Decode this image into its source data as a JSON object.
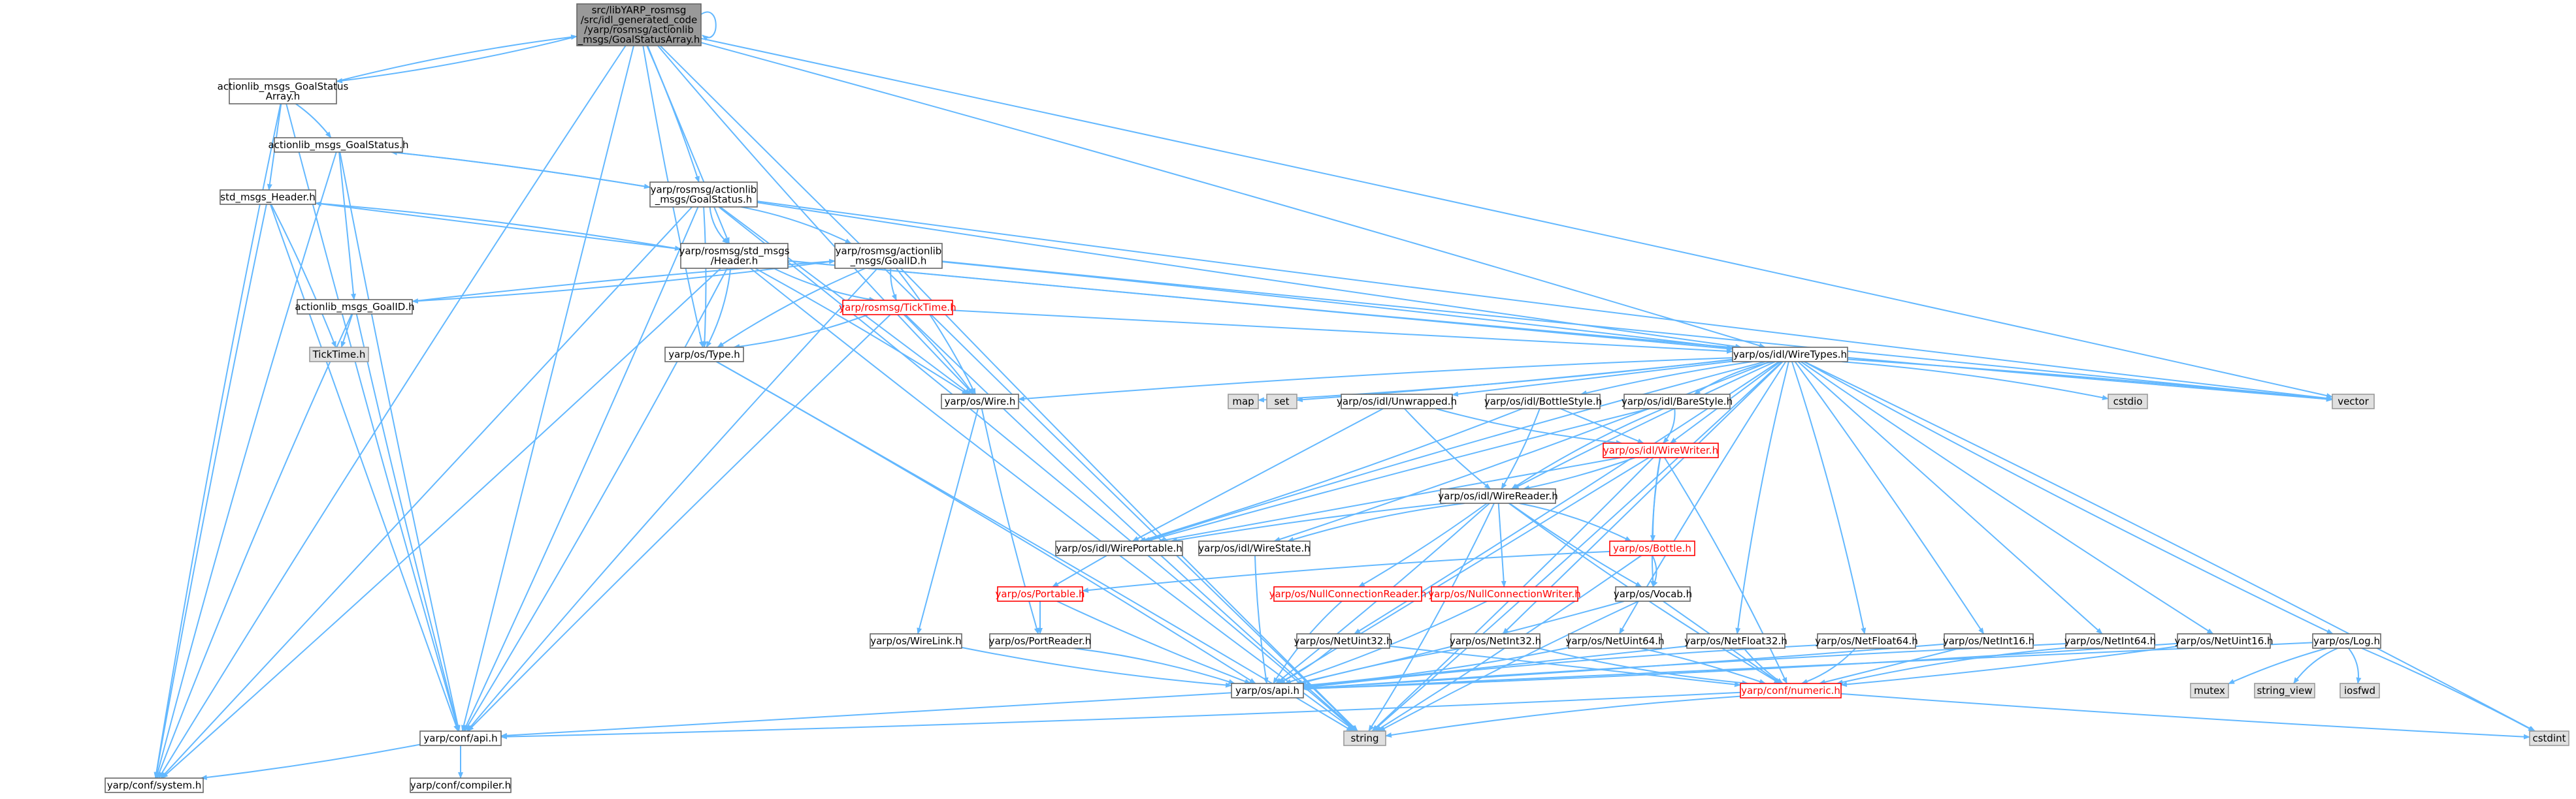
{
  "colors": {
    "edge": "#63b8ff",
    "root_fill": "#999999",
    "root_border": "#666666",
    "node_fill": "#ffffff",
    "node_border": "#666666",
    "red_border": "#ff0000",
    "red_text": "#ff0000",
    "system_fill": "#e0e0e0",
    "system_border": "#999999",
    "text": "#000000"
  },
  "nodes": [
    {
      "id": "root",
      "label": "src/libYARP_rosmsg\n/src/idl_generated_code\n/yarp/rosmsg/actionlib\n_msgs/GoalStatusArray.h",
      "style": "root"
    },
    {
      "id": "gsa",
      "label": "actionlib_msgs_GoalStatus\nArray.h",
      "style": "normal"
    },
    {
      "id": "gs",
      "label": "actionlib_msgs_GoalStatus.h",
      "style": "normal"
    },
    {
      "id": "hdr",
      "label": "std_msgs_Header.h",
      "style": "normal"
    },
    {
      "id": "ygs",
      "label": "yarp/rosmsg/actionlib\n_msgs/GoalStatus.h",
      "style": "normal"
    },
    {
      "id": "yhdr",
      "label": "yarp/rosmsg/std_msgs\n/Header.h",
      "style": "normal"
    },
    {
      "id": "ygid",
      "label": "yarp/rosmsg/actionlib\n_msgs/GoalID.h",
      "style": "normal"
    },
    {
      "id": "gid",
      "label": "actionlib_msgs_GoalID.h",
      "style": "normal"
    },
    {
      "id": "tick",
      "label": "TickTime.h",
      "style": "system"
    },
    {
      "id": "ytick",
      "label": "yarp/rosmsg/TickTime.h",
      "style": "red"
    },
    {
      "id": "type",
      "label": "yarp/os/Type.h",
      "style": "normal"
    },
    {
      "id": "wiretypes",
      "label": "yarp/os/idl/WireTypes.h",
      "style": "normal"
    },
    {
      "id": "wire",
      "label": "yarp/os/Wire.h",
      "style": "normal"
    },
    {
      "id": "map",
      "label": "map",
      "style": "system"
    },
    {
      "id": "set",
      "label": "set",
      "style": "system"
    },
    {
      "id": "unwrapped",
      "label": "yarp/os/idl/Unwrapped.h",
      "style": "normal"
    },
    {
      "id": "bottlestyle",
      "label": "yarp/os/idl/BottleStyle.h",
      "style": "normal"
    },
    {
      "id": "barestyle",
      "label": "yarp/os/idl/BareStyle.h",
      "style": "normal"
    },
    {
      "id": "cstdio",
      "label": "cstdio",
      "style": "system"
    },
    {
      "id": "vector",
      "label": "vector",
      "style": "system"
    },
    {
      "id": "wirewriter",
      "label": "yarp/os/idl/WireWriter.h",
      "style": "red"
    },
    {
      "id": "wirereader",
      "label": "yarp/os/idl/WireReader.h",
      "style": "normal"
    },
    {
      "id": "wireportable",
      "label": "yarp/os/idl/WirePortable.h",
      "style": "normal"
    },
    {
      "id": "wirestate",
      "label": "yarp/os/idl/WireState.h",
      "style": "normal"
    },
    {
      "id": "bottle",
      "label": "yarp/os/Bottle.h",
      "style": "red"
    },
    {
      "id": "portable",
      "label": "yarp/os/Portable.h",
      "style": "red"
    },
    {
      "id": "nullreader",
      "label": "yarp/os/NullConnectionReader.h",
      "style": "red"
    },
    {
      "id": "nullwriter",
      "label": "yarp/os/NullConnectionWriter.h",
      "style": "red"
    },
    {
      "id": "vocab",
      "label": "yarp/os/Vocab.h",
      "style": "normal"
    },
    {
      "id": "wirelink",
      "label": "yarp/os/WireLink.h",
      "style": "normal"
    },
    {
      "id": "portreader",
      "label": "yarp/os/PortReader.h",
      "style": "normal"
    },
    {
      "id": "netuint32",
      "label": "yarp/os/NetUint32.h",
      "style": "normal"
    },
    {
      "id": "netint32",
      "label": "yarp/os/NetInt32.h",
      "style": "normal"
    },
    {
      "id": "netuint64",
      "label": "yarp/os/NetUint64.h",
      "style": "normal"
    },
    {
      "id": "netfloat32",
      "label": "yarp/os/NetFloat32.h",
      "style": "normal"
    },
    {
      "id": "netfloat64",
      "label": "yarp/os/NetFloat64.h",
      "style": "normal"
    },
    {
      "id": "netint16",
      "label": "yarp/os/NetInt16.h",
      "style": "normal"
    },
    {
      "id": "netint64",
      "label": "yarp/os/NetInt64.h",
      "style": "normal"
    },
    {
      "id": "netuint16",
      "label": "yarp/os/NetUint16.h",
      "style": "normal"
    },
    {
      "id": "log",
      "label": "yarp/os/Log.h",
      "style": "normal"
    },
    {
      "id": "api",
      "label": "yarp/os/api.h",
      "style": "normal"
    },
    {
      "id": "numeric",
      "label": "yarp/conf/numeric.h",
      "style": "red"
    },
    {
      "id": "mutex",
      "label": "mutex",
      "style": "system"
    },
    {
      "id": "stringview",
      "label": "string_view",
      "style": "system"
    },
    {
      "id": "iosfwd",
      "label": "iosfwd",
      "style": "system"
    },
    {
      "id": "cstdint",
      "label": "cstdint",
      "style": "system"
    },
    {
      "id": "confapi",
      "label": "yarp/conf/api.h",
      "style": "normal"
    },
    {
      "id": "string",
      "label": "string",
      "style": "system"
    },
    {
      "id": "system",
      "label": "yarp/conf/system.h",
      "style": "normal"
    },
    {
      "id": "compiler",
      "label": "yarp/conf/compiler.h",
      "style": "normal"
    }
  ],
  "edges": [
    [
      "root",
      "gsa"
    ],
    [
      "root",
      "ygs"
    ],
    [
      "root",
      "yhdr"
    ],
    [
      "root",
      "type"
    ],
    [
      "root",
      "wire"
    ],
    [
      "root",
      "wiretypes"
    ],
    [
      "root",
      "vector"
    ],
    [
      "root",
      "confapi"
    ],
    [
      "root",
      "string"
    ],
    [
      "root",
      "system"
    ],
    [
      "root",
      "root"
    ],
    [
      "gsa",
      "gs"
    ],
    [
      "gsa",
      "hdr"
    ],
    [
      "gsa",
      "confapi"
    ],
    [
      "gsa",
      "system"
    ],
    [
      "gsa",
      "root"
    ],
    [
      "gs",
      "ygs"
    ],
    [
      "gs",
      "gid"
    ],
    [
      "gs",
      "confapi"
    ],
    [
      "gs",
      "system"
    ],
    [
      "hdr",
      "yhdr"
    ],
    [
      "hdr",
      "tick"
    ],
    [
      "hdr",
      "confapi"
    ],
    [
      "hdr",
      "system"
    ],
    [
      "ygs",
      "yhdr"
    ],
    [
      "ygs",
      "ygid"
    ],
    [
      "ygs",
      "type"
    ],
    [
      "ygs",
      "wire"
    ],
    [
      "ygs",
      "wiretypes"
    ],
    [
      "ygs",
      "vector"
    ],
    [
      "ygs",
      "string"
    ],
    [
      "ygs",
      "confapi"
    ],
    [
      "ygs",
      "system"
    ],
    [
      "ygs",
      "gs"
    ],
    [
      "yhdr",
      "ytick"
    ],
    [
      "yhdr",
      "type"
    ],
    [
      "yhdr",
      "wire"
    ],
    [
      "yhdr",
      "wiretypes"
    ],
    [
      "yhdr",
      "vector"
    ],
    [
      "yhdr",
      "string"
    ],
    [
      "yhdr",
      "confapi"
    ],
    [
      "yhdr",
      "system"
    ],
    [
      "yhdr",
      "hdr"
    ],
    [
      "ygid",
      "ytick"
    ],
    [
      "ygid",
      "type"
    ],
    [
      "ygid",
      "wire"
    ],
    [
      "ygid",
      "wiretypes"
    ],
    [
      "ygid",
      "vector"
    ],
    [
      "ygid",
      "string"
    ],
    [
      "ygid",
      "confapi"
    ],
    [
      "ygid",
      "gid"
    ],
    [
      "gid",
      "ygid"
    ],
    [
      "gid",
      "tick"
    ],
    [
      "gid",
      "confapi"
    ],
    [
      "gid",
      "system"
    ],
    [
      "ytick",
      "type"
    ],
    [
      "ytick",
      "wire"
    ],
    [
      "ytick",
      "wiretypes"
    ],
    [
      "ytick",
      "confapi"
    ],
    [
      "ytick",
      "string"
    ],
    [
      "type",
      "api"
    ],
    [
      "type",
      "string"
    ],
    [
      "wire",
      "wirelink"
    ],
    [
      "wire",
      "portreader"
    ],
    [
      "wiretypes",
      "wire"
    ],
    [
      "wiretypes",
      "map"
    ],
    [
      "wiretypes",
      "set"
    ],
    [
      "wiretypes",
      "unwrapped"
    ],
    [
      "wiretypes",
      "bottlestyle"
    ],
    [
      "wiretypes",
      "barestyle"
    ],
    [
      "wiretypes",
      "cstdio"
    ],
    [
      "wiretypes",
      "vector"
    ],
    [
      "wiretypes",
      "wirewriter"
    ],
    [
      "wiretypes",
      "wirereader"
    ],
    [
      "wiretypes",
      "wireportable"
    ],
    [
      "wiretypes",
      "wirestate"
    ],
    [
      "wiretypes",
      "netuint32"
    ],
    [
      "wiretypes",
      "netint32"
    ],
    [
      "wiretypes",
      "netuint64"
    ],
    [
      "wiretypes",
      "netfloat32"
    ],
    [
      "wiretypes",
      "netfloat64"
    ],
    [
      "wiretypes",
      "netint16"
    ],
    [
      "wiretypes",
      "netint64"
    ],
    [
      "wiretypes",
      "netuint16"
    ],
    [
      "wiretypes",
      "log"
    ],
    [
      "wiretypes",
      "cstdint"
    ],
    [
      "wiretypes",
      "string"
    ],
    [
      "unwrapped",
      "wireportable"
    ],
    [
      "unwrapped",
      "wirereader"
    ],
    [
      "unwrapped",
      "wirewriter"
    ],
    [
      "bottlestyle",
      "wireportable"
    ],
    [
      "bottlestyle",
      "wirereader"
    ],
    [
      "bottlestyle",
      "wirewriter"
    ],
    [
      "barestyle",
      "wireportable"
    ],
    [
      "barestyle",
      "wirereader"
    ],
    [
      "barestyle",
      "wirewriter"
    ],
    [
      "wirewriter",
      "wirereader"
    ],
    [
      "wirewriter",
      "wireportable"
    ],
    [
      "wirewriter",
      "bottle"
    ],
    [
      "wirewriter",
      "vocab"
    ],
    [
      "wirewriter",
      "numeric"
    ],
    [
      "wirewriter",
      "string"
    ],
    [
      "wirewriter",
      "api"
    ],
    [
      "wirereader",
      "wireportable"
    ],
    [
      "wirereader",
      "wirestate"
    ],
    [
      "wirereader",
      "bottle"
    ],
    [
      "wirereader",
      "nullreader"
    ],
    [
      "wirereader",
      "nullwriter"
    ],
    [
      "wirereader",
      "vocab"
    ],
    [
      "wirereader",
      "numeric"
    ],
    [
      "wirereader",
      "string"
    ],
    [
      "wirereader",
      "api"
    ],
    [
      "wireportable",
      "portable"
    ],
    [
      "wirestate",
      "api"
    ],
    [
      "bottle",
      "portable"
    ],
    [
      "bottle",
      "vocab"
    ],
    [
      "bottle",
      "string"
    ],
    [
      "portable",
      "portreader"
    ],
    [
      "portable",
      "api"
    ],
    [
      "nullreader",
      "api"
    ],
    [
      "nullwriter",
      "api"
    ],
    [
      "vocab",
      "api"
    ],
    [
      "vocab",
      "numeric"
    ],
    [
      "vocab",
      "string"
    ],
    [
      "wirelink",
      "api"
    ],
    [
      "portreader",
      "api"
    ],
    [
      "netuint32",
      "api"
    ],
    [
      "netuint32",
      "numeric"
    ],
    [
      "netint32",
      "api"
    ],
    [
      "netint32",
      "numeric"
    ],
    [
      "netuint64",
      "api"
    ],
    [
      "netuint64",
      "numeric"
    ],
    [
      "netfloat32",
      "api"
    ],
    [
      "netfloat32",
      "numeric"
    ],
    [
      "netfloat64",
      "api"
    ],
    [
      "netfloat64",
      "numeric"
    ],
    [
      "netint16",
      "api"
    ],
    [
      "netint16",
      "numeric"
    ],
    [
      "netint64",
      "api"
    ],
    [
      "netint64",
      "numeric"
    ],
    [
      "netuint16",
      "api"
    ],
    [
      "netuint16",
      "numeric"
    ],
    [
      "log",
      "api"
    ],
    [
      "log",
      "mutex"
    ],
    [
      "log",
      "stringview"
    ],
    [
      "log",
      "iosfwd"
    ],
    [
      "log",
      "cstdint"
    ],
    [
      "api",
      "confapi"
    ],
    [
      "numeric",
      "cstdint"
    ],
    [
      "numeric",
      "string"
    ],
    [
      "numeric",
      "confapi"
    ],
    [
      "confapi",
      "system"
    ],
    [
      "confapi",
      "compiler"
    ]
  ]
}
